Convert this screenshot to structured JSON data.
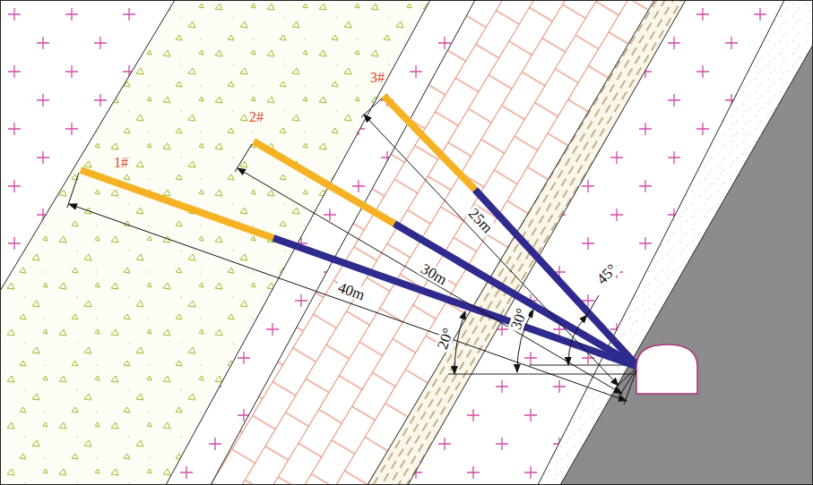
{
  "diagram": {
    "labels": [
      "1#",
      "2#",
      "3#",
      "40m",
      "30m",
      "25m",
      "20°",
      "30°",
      "45°"
    ]
  }
}
